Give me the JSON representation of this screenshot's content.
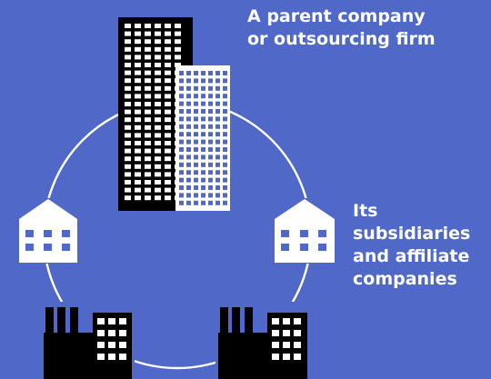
{
  "parent_label": {
    "line1": "A parent company",
    "line2": "or outsourcing firm"
  },
  "subsidiaries_label": {
    "line1": "Its",
    "line2": "subsidiaries",
    "line3": "and affiliate",
    "line4": "companies"
  },
  "colors": {
    "background": "#5068c8",
    "white": "#ffffff",
    "black": "#000000"
  },
  "icons": {
    "parent": [
      "skyscraper-black-icon",
      "skyscraper-white-icon"
    ],
    "subsidiaries": [
      "house-icon-left",
      "house-icon-right",
      "factory-icon-left",
      "factory-icon-right"
    ]
  }
}
